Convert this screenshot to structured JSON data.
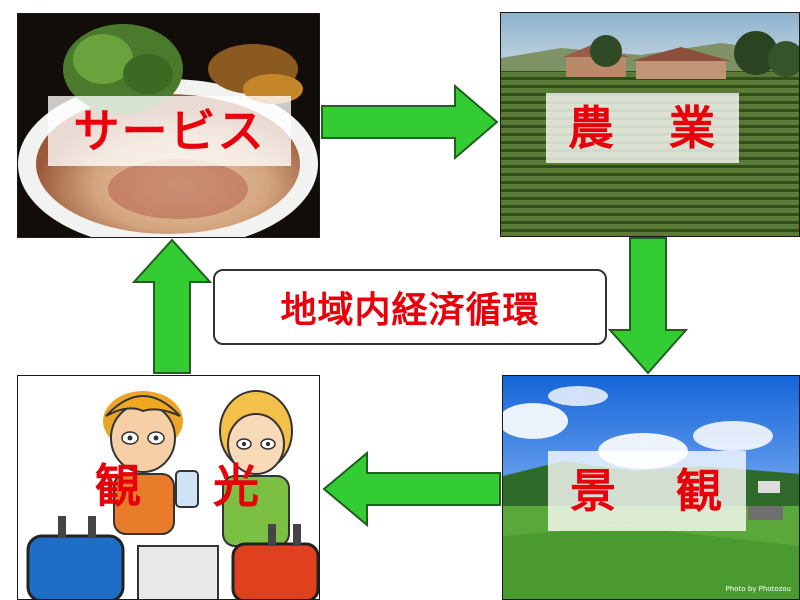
{
  "cycle": {
    "center_label": "地域内経済循環",
    "nodes": [
      {
        "key": "service",
        "label": "サービス"
      },
      {
        "key": "agriculture",
        "label_chars": [
          "農",
          "業"
        ]
      },
      {
        "key": "scenery",
        "label_chars": [
          "景",
          "観"
        ]
      },
      {
        "key": "tourism",
        "label_chars": [
          "観",
          "光"
        ]
      }
    ],
    "photo_credit": "Photo by Photozou"
  },
  "colors": {
    "label_red": "#e8000b",
    "arrow_green": "#33cc33",
    "arrow_outline": "#1f5f1f"
  }
}
